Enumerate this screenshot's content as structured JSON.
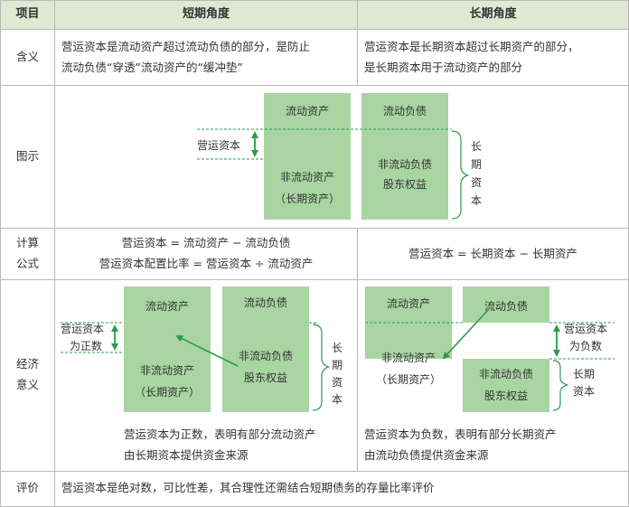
{
  "header": {
    "col1": "项目",
    "col2": "短期角度",
    "col3": "长期角度"
  },
  "rows": {
    "meaning": {
      "label": "含义",
      "short_line1": "营运资本是流动资产超过流动负债的部分，是防止",
      "short_line2": "流动负债“穿透”流动资产的“缓冲垫”",
      "long_line1": "营运资本是长期资本超过长期资产的部分，",
      "long_line2": "是长期资本用于流动资产的部分"
    },
    "diagram": {
      "label": "图示",
      "current_assets": "流动资产",
      "noncurrent_assets": "非流动资产",
      "noncurrent_assets_sub": "（长期资产）",
      "current_liabilities": "流动负债",
      "noncurrent_liabilities": "非流动负债",
      "equity": "股东权益",
      "working_capital": "营运资本",
      "long_capital": [
        "长",
        "期",
        "资",
        "本"
      ]
    },
    "formula": {
      "label1": "计算",
      "label2": "公式",
      "short_line1": "营运资本 = 流动资产 − 流动负债",
      "short_line2": "营运资本配置比率 = 营运资本 ÷ 流动资产",
      "long_line1": "营运资本 = 长期资本 − 长期资产"
    },
    "economic": {
      "label1": "经济",
      "label2": "意义",
      "current_assets": "流动资产",
      "current_liabilities": "流动负债",
      "noncurrent_assets": "非流动资产",
      "noncurrent_assets_sub": "（长期资产）",
      "noncurrent_liabilities": "非流动负债",
      "equity": "股东权益",
      "positive_l1": "营运资本",
      "positive_l2": "为正数",
      "negative_l1": "营运资本",
      "negative_l2": "为负数",
      "long_capital": [
        "长",
        "期",
        "资",
        "本"
      ],
      "long_capital_h1": "长期",
      "long_capital_h2": "资本",
      "short_note_l1": "营运资本为正数，表明有部分流动资产",
      "short_note_l2": "由长期资本提供资金来源",
      "long_note_l1": "营运资本为负数，表明有部分长期资产",
      "long_note_l2": "由流动负债提供资金来源"
    },
    "evaluation": {
      "label": "评价",
      "text": "营运资本是绝对数，可比性差，其合理性还需结合短期债务的存量比率评价"
    }
  },
  "colors": {
    "header_bg": "#dfe8d2",
    "box_green": "#a8d5a2",
    "accent_green": "#2e9b4d",
    "border": "#b9b9b9"
  }
}
